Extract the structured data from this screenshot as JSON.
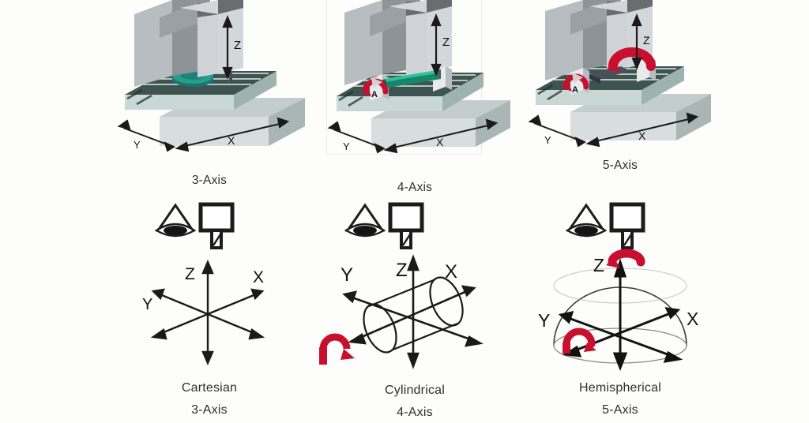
{
  "figure": {
    "title": "CNC machine axis configurations",
    "background_color": "#fdfdfb",
    "accent_red": "#c8102e",
    "table_dark": "#3e5450",
    "table_light": "#b9cdc8",
    "column_gray": "#c8ccd0",
    "column_dark": "#6a6d70",
    "workpiece_teal": "#1a7d72"
  },
  "columns": [
    {
      "id": "three-axis",
      "machine_label": "3-Axis",
      "machine_axis_labels": {
        "z": "Z",
        "x": "X",
        "y": "Y"
      },
      "rotary_labels": [],
      "tool_icon": {
        "eye": "eye-cone-icon",
        "tool": "end-mill-tool-icon"
      },
      "coordinate_diagram": {
        "kind": "cartesian",
        "axis_labels": {
          "z": "Z",
          "x": "X",
          "y": "Y"
        },
        "rotation_arrows": []
      },
      "bottom_label_1": "Cartesian",
      "bottom_label_2": "3-Axis"
    },
    {
      "id": "four-axis",
      "machine_label": "4-Axis",
      "machine_axis_labels": {
        "z": "Z",
        "x": "X",
        "y": "Y"
      },
      "rotary_labels": [
        "A"
      ],
      "tool_icon": {
        "eye": "eye-cone-icon",
        "tool": "end-mill-tool-icon"
      },
      "coordinate_diagram": {
        "kind": "cylindrical",
        "axis_labels": {
          "z": "Z",
          "x": "X",
          "y": "Y"
        },
        "rotation_arrows": [
          "A-about-Y"
        ]
      },
      "bottom_label_1": "Cylindrical",
      "bottom_label_2": "4-Axis"
    },
    {
      "id": "five-axis",
      "machine_label": "5-Axis",
      "machine_axis_labels": {
        "z": "Z",
        "x": "X",
        "y": "Y"
      },
      "rotary_labels": [
        "A"
      ],
      "tool_icon": {
        "eye": "eye-cone-icon",
        "tool": "end-mill-tool-icon"
      },
      "coordinate_diagram": {
        "kind": "hemispherical",
        "axis_labels": {
          "z": "Z",
          "x": "X",
          "y": "Y"
        },
        "rotation_arrows": [
          "C-about-Z",
          "A-about-Y"
        ]
      },
      "bottom_label_1": "Hemispherical",
      "bottom_label_2": "5-Axis"
    }
  ]
}
